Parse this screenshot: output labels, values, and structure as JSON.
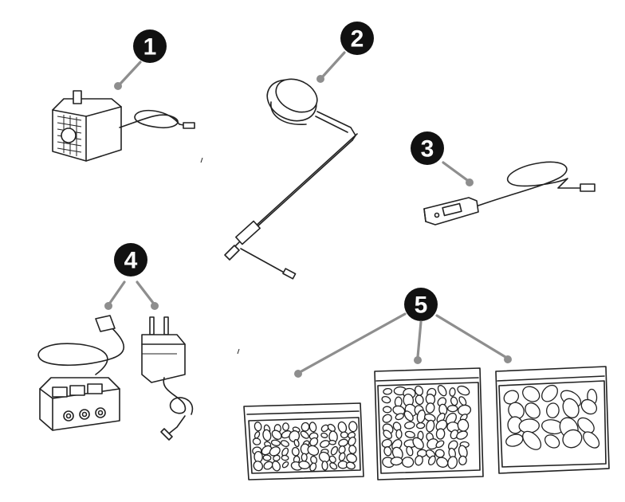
{
  "callouts": [
    {
      "id": "1",
      "label": "1",
      "part": "pump"
    },
    {
      "id": "2",
      "label": "2",
      "part": "ring-light-on-stem"
    },
    {
      "id": "3",
      "label": "3",
      "part": "inline-switch-cable"
    },
    {
      "id": "4",
      "label": "4",
      "part": "power-adapter-and-splitter"
    },
    {
      "id": "5",
      "label": "5",
      "part": "bags-of-pebbles"
    }
  ],
  "colors": {
    "badge": "#111111",
    "leader": "#8e8e8e",
    "line": "#222222",
    "background": "#ffffff"
  }
}
